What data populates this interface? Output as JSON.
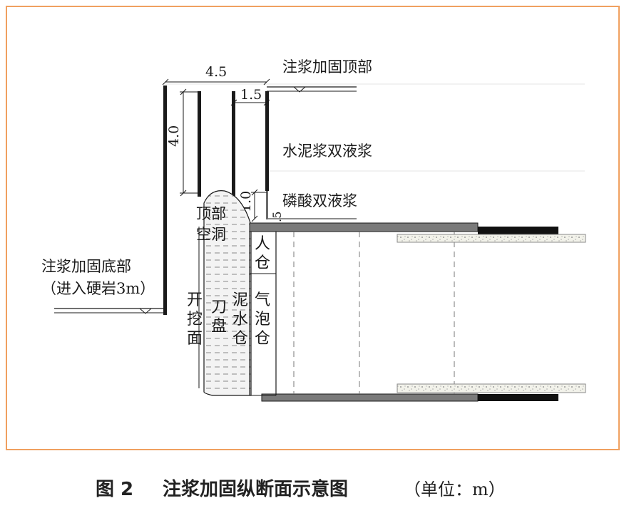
{
  "diagram": {
    "labels": {
      "grout_top": "注浆加固顶部",
      "cement_double": "水泥浆双液浆",
      "phosphoric_double": "磷酸双液浆",
      "grout_bottom_line1": "注浆加固底部",
      "grout_bottom_line2": "（进入硬岩3m）",
      "top_cavity_line1": "顶部",
      "top_cavity_line2": "空洞",
      "excavation_face": "开挖面",
      "cutterhead": "刀盘",
      "slurry_chamber": "泥水仓",
      "man_lock": "人仓",
      "air_chamber": "气泡仓"
    },
    "dimensions": {
      "overall_width": "4.5",
      "spacing": "1.5",
      "depth": "4.0",
      "gap": "1.0",
      "offset": "0.5"
    }
  },
  "caption": {
    "figure_no": "图 2",
    "title": "注浆加固纵断面示意图",
    "unit": "（单位：m）"
  },
  "colors": {
    "frame_border": "#f0a060",
    "line": "#1a1a1a",
    "steel": "#7a7a7a",
    "dark_segment": "#111111",
    "soil_fill": "#f0f0f0"
  }
}
